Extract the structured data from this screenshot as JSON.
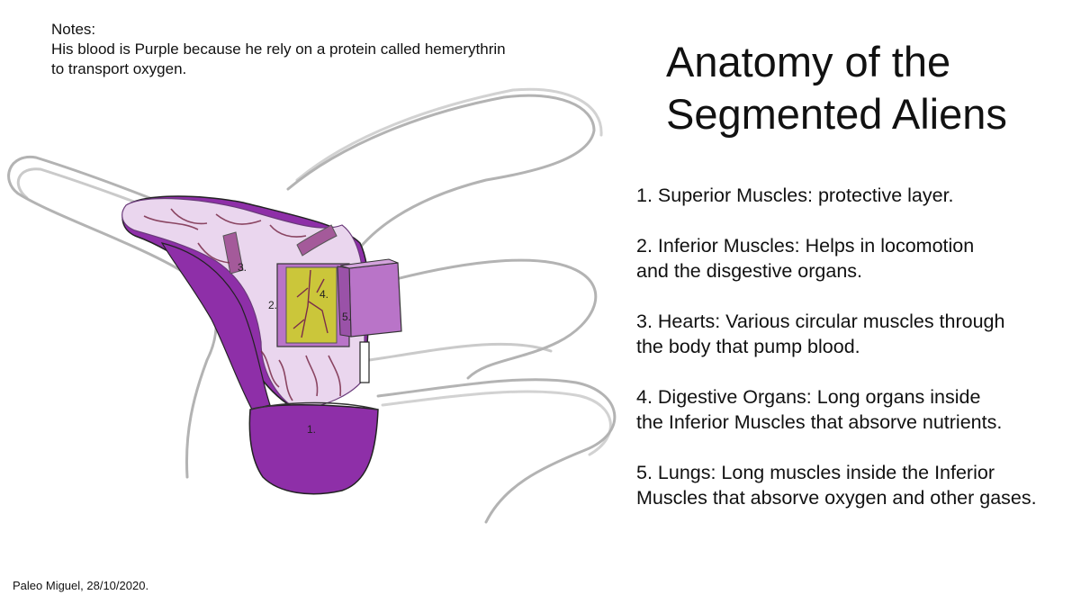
{
  "notes": {
    "heading": "Notes:",
    "line1": "His blood is Purple because he rely on a protein called hemerythrin",
    "line2": "to transport oxygen."
  },
  "title": {
    "line1": "Anatomy of the",
    "line2": "Segmented Aliens"
  },
  "legend": [
    {
      "line1": "1. Superior Muscles: protective layer.",
      "line2": ""
    },
    {
      "line1": "2. Inferior Muscles: Helps in locomotion",
      "line2": "and the disgestive organs."
    },
    {
      "line1": "3. Hearts: Various circular muscles through",
      "line2": "the body that pump blood."
    },
    {
      "line1": "4. Digestive Organs: Long organs inside",
      "line2": "the Inferior Muscles that absorve nutrients."
    },
    {
      "line1": "5. Lungs: Long muscles inside the Inferior",
      "line2": "Muscles that absorve oxygen and other gases."
    }
  ],
  "drawing_labels": {
    "l1": "1.",
    "l2": "2.",
    "l3": "3.",
    "l4": "4.",
    "l5": "5."
  },
  "credit": "Paleo Miguel, 28/10/2020.",
  "colors": {
    "dark_purple": "#8e2fa8",
    "light_purple": "#ead6ee",
    "mid_purple": "#b974c8",
    "vein": "#7a2c4a",
    "organ_yellow": "#cbc63a",
    "sketch_gray": "#9a9a9a"
  }
}
